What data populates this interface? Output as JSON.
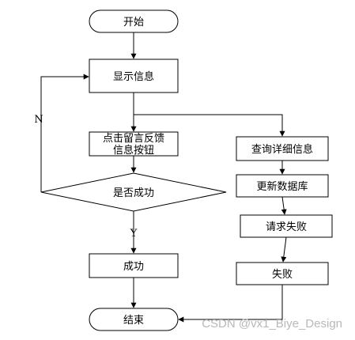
{
  "nodes": {
    "start": "开始",
    "display": "显示信息",
    "click_line1": "点击留言反馈",
    "click_line2": "信息按钮",
    "decision": "是否成功",
    "success": "成功",
    "end": "结束",
    "query": "查询详细信息",
    "update": "更新数据库",
    "request_fail": "请求失败",
    "fail": "失败"
  },
  "edge_labels": {
    "no": "N",
    "yes": "Y"
  },
  "watermark": "CSDN @vx1_Biye_Design"
}
